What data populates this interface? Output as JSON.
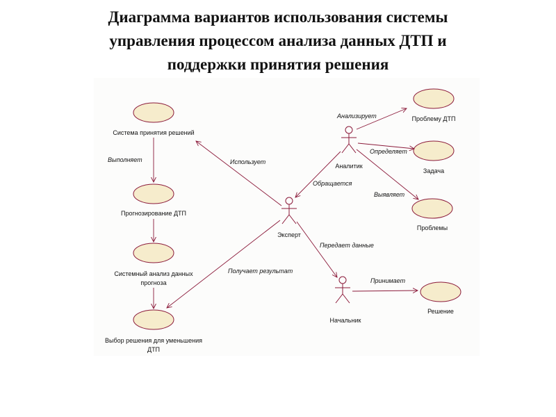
{
  "title": {
    "line1": "Диаграмма вариантов использования системы",
    "line2": "управления процессом анализа данных ДТП и",
    "line3": "поддержки принятия решения"
  },
  "diagram": {
    "use_cases": {
      "decision_system": "Система принятия решений",
      "forecast": "Прогнозирование ДТП",
      "system_analysis_1": "Системный анализ данных",
      "system_analysis_2": "прогноза",
      "choose_solution_1": "Выбор решения для уменьшения",
      "choose_solution_2": "ДТП",
      "problem_dtp": "Проблему ДТП",
      "task": "Задача",
      "problems": "Проблемы",
      "decision": "Решение"
    },
    "actors": {
      "analyst": "Аналитик",
      "expert": "Эксперт",
      "boss": "Начальник"
    },
    "relations": {
      "performs": "Выполняет",
      "uses": "Использует",
      "analyzes": "Анализирует",
      "determines": "Определяет",
      "reveals": "Выявляет",
      "addresses": "Обращается",
      "transfers_data": "Передает данные",
      "gets_result": "Получает результат",
      "accepts": "Принимает"
    }
  }
}
